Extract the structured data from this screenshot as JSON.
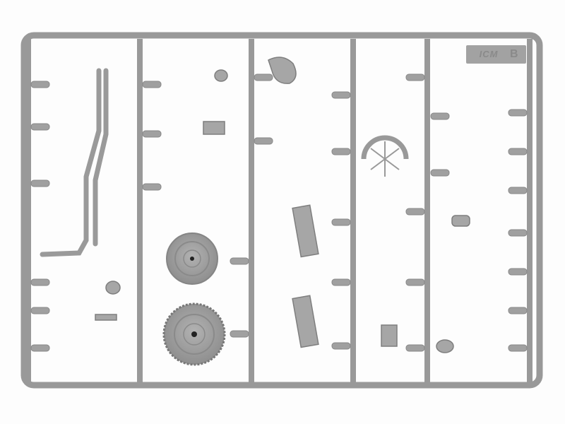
{
  "image": {
    "subject": "Plastic model kit sprue (gray parts tree)",
    "sprue_tag": {
      "logo": "ICM",
      "letter": "B"
    },
    "colors": {
      "plastic": "#9a9a9a",
      "plastic_light": "#b0b0b0",
      "plastic_dark": "#7c7c7c",
      "background": "#fdfdfd"
    },
    "features": [
      "frame",
      "five vertical runners",
      "two wheels",
      "numerous small parts"
    ]
  }
}
